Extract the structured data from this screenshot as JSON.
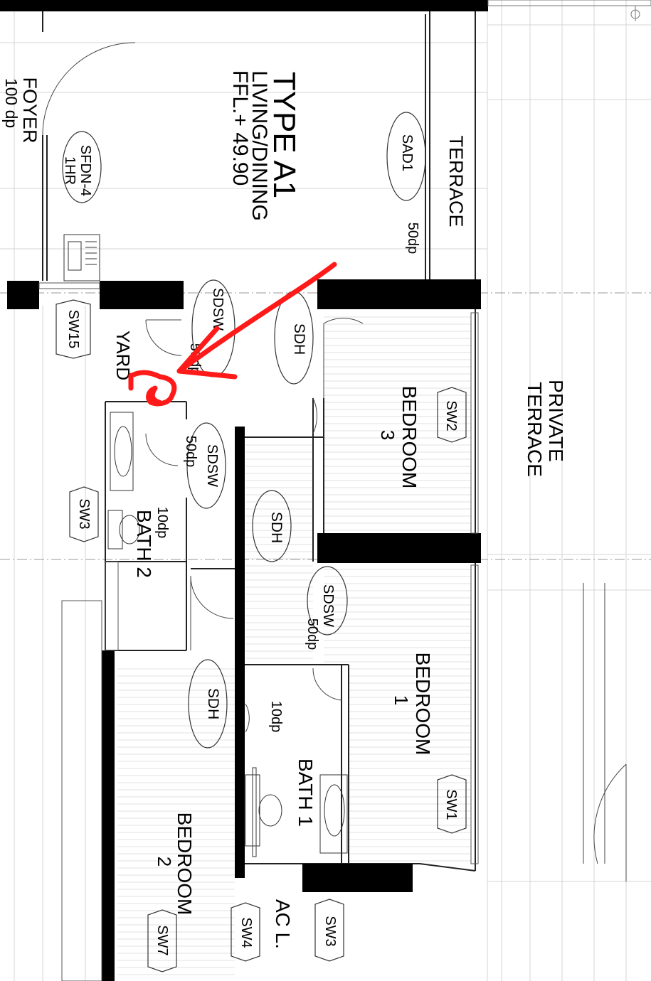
{
  "plan": {
    "title": "TYPE A1",
    "room_labels": {
      "foyer": "FOYER",
      "foyer_note": "100 dp",
      "living_dining": "LIVING/DINING",
      "ffl": "FFL.+ 49.90",
      "terrace": "TERRACE",
      "private_terrace_1": "PRIVATE",
      "private_terrace_2": "TERRACE",
      "yard": "YARD",
      "bedroom3": "BEDROOM",
      "bedroom3_num": "3",
      "bedroom1": "BEDROOM",
      "bedroom1_num": "1",
      "bedroom2": "BEDROOM",
      "bedroom2_num": "2",
      "bath2": "BATH 2",
      "bath1": "BATH 1",
      "ac_ledge": "AC L."
    },
    "door_tags": {
      "sfdn_1": "SFDN-4",
      "sfdn_2": "1HR",
      "sad1": "SAD1",
      "sdh_bed3": "SDH",
      "sdh_bed1": "SDH",
      "sdh_bed2": "SDH",
      "sdsw_yard": "SDSW",
      "sdsw_bath2": "SDSW",
      "sdsw_bath1": "SDSW"
    },
    "window_tags": {
      "sw15": "SW15",
      "sw3_left": "SW3",
      "sw2": "SW2",
      "sw1": "SW1",
      "sw3_bottom": "SW3",
      "sw4": "SW4",
      "sw7": "SW7"
    },
    "notes": {
      "sad1_dp": "50dp",
      "yard_dp": "50dp",
      "bath2_dp_a": "50dp",
      "bath2_dp_b": "10dp",
      "bath1_dp_a": "50dp",
      "bath1_dp_b": "10dp"
    },
    "annotation": {
      "letter": "B",
      "color": "#ff1a1a"
    },
    "wall_color": "#000000",
    "line_color": "#777777"
  }
}
